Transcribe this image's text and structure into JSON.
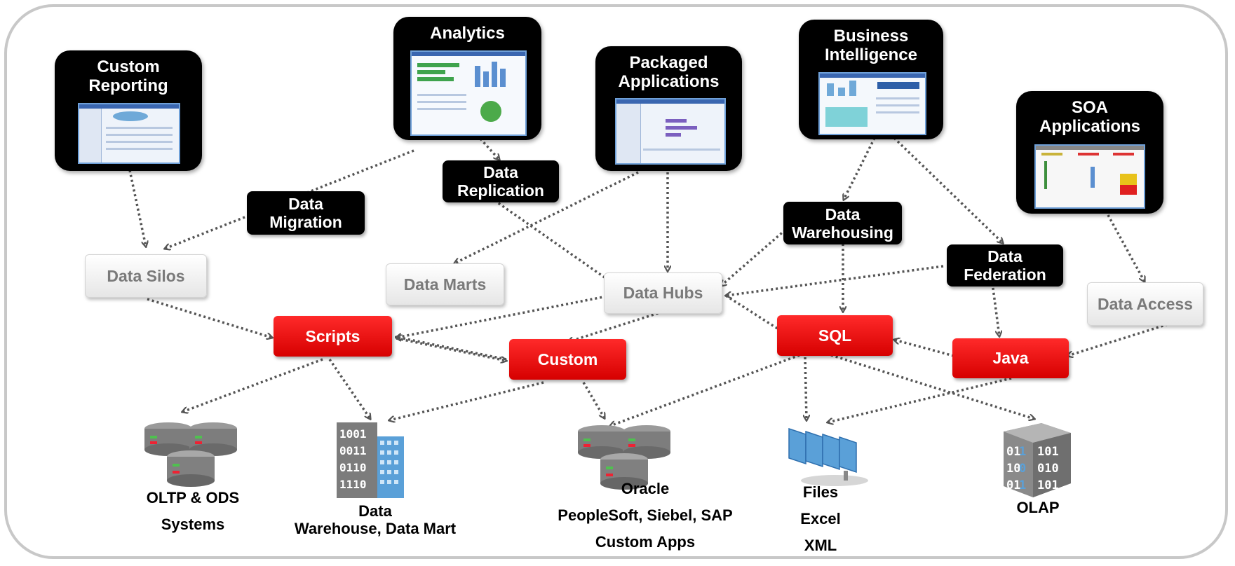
{
  "apps": {
    "custom_reporting": "Custom\nReporting",
    "analytics": "Analytics",
    "packaged_applications": "Packaged\nApplications",
    "business_intelligence": "Business\nIntelligence",
    "soa_applications": "SOA\nApplications"
  },
  "methods": {
    "data_migration": "Data\nMigration",
    "data_replication": "Data\nReplication",
    "data_warehousing": "Data\nWarehousing",
    "data_federation": "Data\nFederation"
  },
  "stores": {
    "data_silos": "Data Silos",
    "data_marts": "Data Marts",
    "data_hubs": "Data Hubs",
    "data_access": "Data Access"
  },
  "integration": {
    "scripts": "Scripts",
    "custom": "Custom",
    "sql": "SQL",
    "java": "Java"
  },
  "sources": {
    "oltp_line1": "OLTP & ODS",
    "oltp_line2": "Systems",
    "dw_line1": "Data",
    "dw_line2": "Warehouse, Data Mart",
    "oracle_line1": "Oracle",
    "oracle_line2": "PeopleSoft, Siebel, SAP",
    "oracle_line3": "Custom Apps",
    "files_line1": "Files",
    "files_line2": "Excel",
    "files_line3": "XML",
    "olap": "OLAP"
  },
  "colors": {
    "app_box": "#000000",
    "integration_red": "#e00000",
    "store_grey": "#7a7a7a",
    "frame": "#c8c8c8",
    "arrow": "#555555"
  }
}
